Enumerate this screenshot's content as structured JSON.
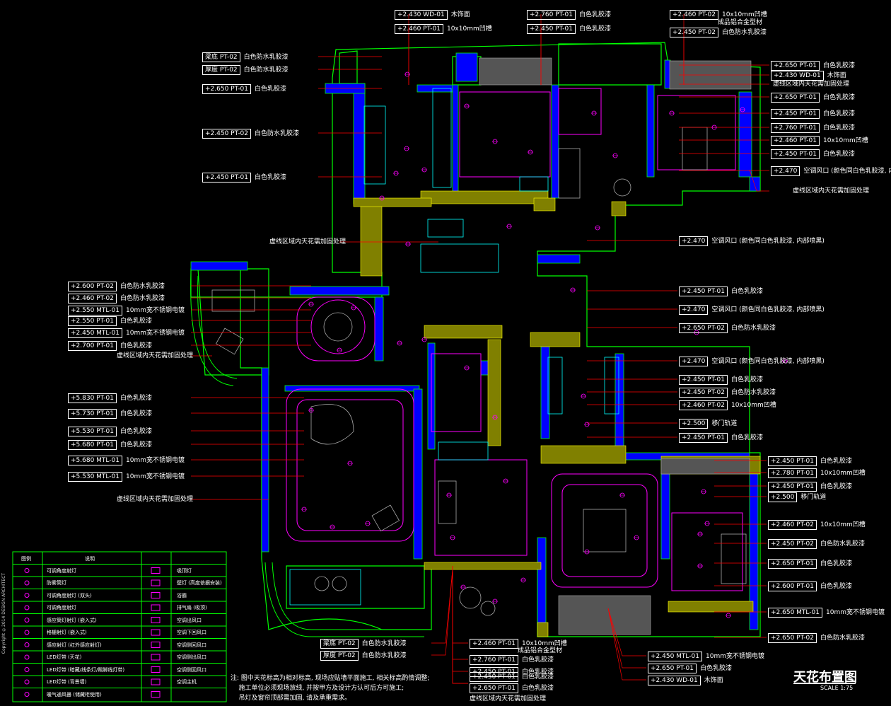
{
  "drawing": {
    "title": "天花布置图",
    "scale": "SCALE 1:75",
    "side_note": "Copyright ©2014 DESIGN ARCHITECT",
    "notes": [
      "注: 图中天花标高为相对标高, 现场应贴墙平面施工, 相关标高酌情调整;",
      "    施工单位必须现场放线, 并按甲方及设计方认可后方可施工;",
      "    吊灯及窗帘顶部需加固, 请及承重需求。"
    ]
  },
  "callouts_top": [
    {
      "level": "+2.430",
      "code": "WD-01",
      "desc": "木饰面"
    },
    {
      "level": "+2.460",
      "code": "PT-01",
      "desc": "10x10mm凹槽"
    },
    {
      "level": "+2.760",
      "code": "PT-01",
      "desc": "白色乳胶漆"
    },
    {
      "level": "+2.450",
      "code": "PT-01",
      "desc": "白色乳胶漆"
    },
    {
      "level": "+2.460",
      "code": "PT-02",
      "desc": "10x10mm凹槽"
    },
    {
      "level": "+2.450",
      "code": "PT-02",
      "desc": "白色防水乳胶漆"
    }
  ],
  "callouts_top_extra": [
    "成品铝合金型材"
  ],
  "callouts_left_top": [
    {
      "level": "梁底",
      "code": "PT-02",
      "desc": "白色防水乳胶漆"
    },
    {
      "level": "厚度",
      "code": "PT-02",
      "desc": "白色防水乳胶漆"
    },
    {
      "level": "+2.650",
      "code": "PT-01",
      "desc": "白色乳胶漆"
    },
    {
      "level": "+2.450",
      "code": "PT-02",
      "desc": "白色防水乳胶漆"
    },
    {
      "level": "+2.450",
      "code": "PT-01",
      "desc": "白色乳胶漆"
    }
  ],
  "callouts_left_mid": [
    {
      "level": "+2.600",
      "code": "PT-02",
      "desc": "白色防水乳胶漆"
    },
    {
      "level": "+2.460",
      "code": "PT-02",
      "desc": "白色防水乳胶漆"
    },
    {
      "level": "+2.550",
      "code": "MTL-01",
      "desc": "10mm宽不锈钢电镀"
    },
    {
      "level": "+2.550",
      "code": "PT-01",
      "desc": "白色乳胶漆"
    },
    {
      "level": "+2.450",
      "code": "MTL-01",
      "desc": "10mm宽不锈钢电镀"
    },
    {
      "level": "+2.700",
      "code": "PT-01",
      "desc": "白色乳胶漆"
    }
  ],
  "left_mid_note": "虚线区域内天花需加固处理",
  "callouts_left_low": [
    {
      "level": "+5.830",
      "code": "PT-01",
      "desc": "白色乳胶漆"
    },
    {
      "level": "+5.730",
      "code": "PT-01",
      "desc": "白色乳胶漆"
    },
    {
      "level": "+5.530",
      "code": "PT-01",
      "desc": "白色乳胶漆"
    },
    {
      "level": "+5.680",
      "code": "PT-01",
      "desc": "白色乳胶漆"
    },
    {
      "level": "+5.680",
      "code": "MTL-01",
      "desc": "10mm宽不锈钢电镀"
    },
    {
      "level": "+5.530",
      "code": "MTL-01",
      "desc": "10mm宽不锈钢电镀"
    }
  ],
  "left_low_note": "虚线区域内天花需加固处理",
  "center_note": "虚线区域内天花需加固处理",
  "callouts_right_top": [
    {
      "level": "+2.650",
      "code": "PT-01",
      "desc": "白色乳胶漆"
    },
    {
      "level": "+2.430",
      "code": "WD-01",
      "desc": "木饰面"
    },
    {
      "level": "",
      "code": "",
      "desc": "虚线区域内天花需加固处理"
    },
    {
      "level": "+2.650",
      "code": "PT-01",
      "desc": "白色乳胶漆"
    },
    {
      "level": "+2.450",
      "code": "PT-01",
      "desc": "白色乳胶漆"
    },
    {
      "level": "+2.760",
      "code": "PT-01",
      "desc": "白色乳胶漆"
    },
    {
      "level": "+2.460",
      "code": "PT-01",
      "desc": "10x10mm凹槽"
    },
    {
      "level": "+2.450",
      "code": "PT-01",
      "desc": "白色乳胶漆"
    },
    {
      "level": "+2.470",
      "code": "",
      "desc": "空调风口 (颜色同白色乳胶漆, 内部喷黑)"
    }
  ],
  "right_top_note": "虚线区域内天花需加固处理",
  "callouts_right_mid": [
    {
      "level": "+2.470",
      "code": "",
      "desc": "空调风口 (颜色同白色乳胶漆, 内部喷黑)"
    },
    {
      "level": "+2.450",
      "code": "PT-01",
      "desc": "白色乳胶漆"
    },
    {
      "level": "+2.470",
      "code": "",
      "desc": "空调风口 (颜色同白色乳胶漆, 内部喷黑)"
    },
    {
      "level": "+2.650",
      "code": "PT-02",
      "desc": "白色防水乳胶漆"
    },
    {
      "level": "+2.470",
      "code": "",
      "desc": "空调风口 (颜色同白色乳胶漆, 内部喷黑)"
    },
    {
      "level": "+2.450",
      "code": "PT-01",
      "desc": "白色乳胶漆"
    },
    {
      "level": "+2.450",
      "code": "PT-02",
      "desc": "白色防水乳胶漆"
    },
    {
      "level": "+2.460",
      "code": "PT-02",
      "desc": "10x10mm凹槽"
    },
    {
      "level": "+2.500",
      "code": "",
      "desc": "移门轨道"
    },
    {
      "level": "+2.450",
      "code": "PT-01",
      "desc": "白色乳胶漆"
    }
  ],
  "callouts_right_low": [
    {
      "level": "+2.450",
      "code": "PT-01",
      "desc": "白色乳胶漆"
    },
    {
      "level": "+2.780",
      "code": "PT-01",
      "desc": "10x10mm凹槽"
    },
    {
      "level": "+2.450",
      "code": "PT-01",
      "desc": "白色乳胶漆"
    },
    {
      "level": "+2.500",
      "code": "",
      "desc": "移门轨道"
    },
    {
      "level": "+2.460",
      "code": "PT-02",
      "desc": "10x10mm凹槽"
    },
    {
      "level": "+2.450",
      "code": "PT-02",
      "desc": "白色防水乳胶漆"
    },
    {
      "level": "+2.650",
      "code": "PT-01",
      "desc": "白色乳胶漆"
    },
    {
      "level": "+2.600",
      "code": "PT-01",
      "desc": "白色乳胶漆"
    },
    {
      "level": "+2.650",
      "code": "MTL-01",
      "desc": "10mm宽不锈钢电镀"
    },
    {
      "level": "+2.650",
      "code": "PT-02",
      "desc": "白色防水乳胶漆"
    }
  ],
  "callouts_bottom_left": [
    {
      "level": "梁底",
      "code": "PT-02",
      "desc": "白色防水乳胶漆"
    },
    {
      "level": "厚度",
      "code": "PT-02",
      "desc": "白色防水乳胶漆"
    }
  ],
  "callouts_bottom_mid": [
    {
      "level": "+2.460",
      "code": "PT-01",
      "desc": "10x10mm凹槽"
    },
    {
      "level": "+2.760",
      "code": "PT-01",
      "desc": "白色乳胶漆"
    },
    {
      "level": "+2.450",
      "code": "PT-01",
      "desc": "白色乳胶漆"
    },
    {
      "level": "+2.450",
      "code": "PT-01",
      "desc": "白色乳胶漆"
    },
    {
      "level": "+2.650",
      "code": "PT-01",
      "desc": "白色乳胶漆"
    }
  ],
  "bottom_mid_extra": "成品铝合金型材",
  "bottom_mid_note": "虚线区域内天花需加固处理",
  "callouts_bottom_right": [
    {
      "level": "+2.450",
      "code": "MTL-01",
      "desc": "10mm宽不锈钢电镀"
    },
    {
      "level": "+2.650",
      "code": "PT-01",
      "desc": "白色乳胶漆"
    },
    {
      "level": "+2.430",
      "code": "WD-01",
      "desc": "木饰面"
    }
  ],
  "legend": {
    "header_symbol": "图例",
    "header_desc": "说明",
    "rows": [
      {
        "desc": "可调角度射灯",
        "desc2": "吸顶灯"
      },
      {
        "desc": "防雾筒灯",
        "desc2": "壁灯 (高度依据安装)"
      },
      {
        "desc": "可调角度射灯 (双头)",
        "desc2": "浴霸"
      },
      {
        "desc": "可调角度射灯",
        "desc2": "排气扇 (吸顶)"
      },
      {
        "desc": "感应筒灯射灯 (嵌入式)",
        "desc2": "空调出风口"
      },
      {
        "desc": "格栅射灯 (嵌入式)",
        "desc2": "空调下回风口"
      },
      {
        "desc": "感应射灯 (红外感应射灯)",
        "desc2": "空调侧回风口"
      },
      {
        "desc": "LED灯带 (天花)",
        "desc2": "空调侧出风口"
      },
      {
        "desc": "LED灯带 (暗藏/线条灯/踢脚线灯带)",
        "desc2": "空调侧回风口"
      },
      {
        "desc": "LED灯带 (背景墙)",
        "desc2": "空调主机"
      },
      {
        "desc": "暖气通风器 (储藏柜使用)",
        "desc2": ""
      }
    ]
  },
  "colors": {
    "wall": "#0000ff",
    "outline": "#00ff00",
    "tag": "#ffffff",
    "leader": "#ff0000",
    "fixture": "#ff00ff",
    "furniture": "#cccccc",
    "ceiling_grid": "#ffff00",
    "cyan": "#00ffff"
  }
}
